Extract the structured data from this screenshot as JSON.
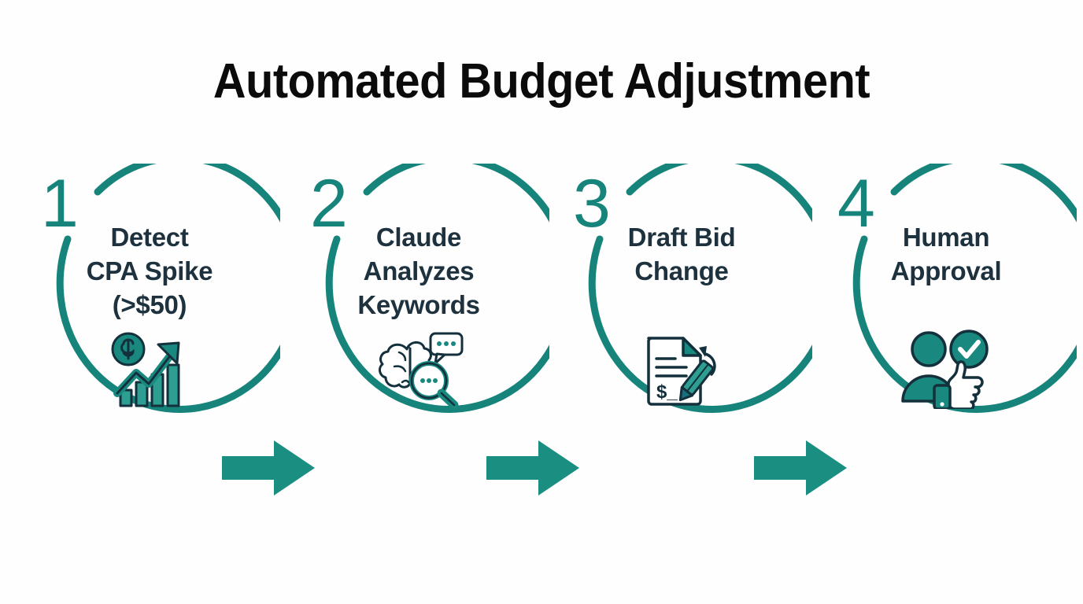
{
  "page": {
    "title": "Automated Budget Adjustment",
    "background_color": "#fefefe",
    "accent_color": "#17847B",
    "text_color": "#1d323e",
    "title_color": "#0b0b0b"
  },
  "diagram": {
    "type": "horizontal-process-flow",
    "step_count": 4,
    "connector": "block-arrow",
    "steps": [
      {
        "number": "1",
        "lines": [
          "Detect",
          "CPA Spike",
          "(>$50)"
        ],
        "icon_name": "money-growth-chart-icon",
        "icon_description": "dollar coin with rising bar chart and upward arrow"
      },
      {
        "number": "2",
        "lines": [
          "Claude",
          "Analyzes",
          "Keywords"
        ],
        "icon_name": "brain-search-icon",
        "icon_description": "brain with speech bubble and magnifying glass"
      },
      {
        "number": "3",
        "lines": [
          "Draft Bid",
          "Change"
        ],
        "icon_name": "document-edit-icon",
        "icon_description": "document with dollar amount, pencil and revision arrow"
      },
      {
        "number": "4",
        "lines": [
          "Human",
          "Approval"
        ],
        "icon_name": "user-approval-icon",
        "icon_description": "person with check mark badge and thumbs up"
      }
    ],
    "arrows": [
      {
        "name": "arrow-step-1-to-2",
        "from": "1",
        "to": "2"
      },
      {
        "name": "arrow-step-2-to-3",
        "from": "2",
        "to": "3"
      },
      {
        "name": "arrow-step-3-to-4",
        "from": "3",
        "to": "4"
      }
    ]
  }
}
